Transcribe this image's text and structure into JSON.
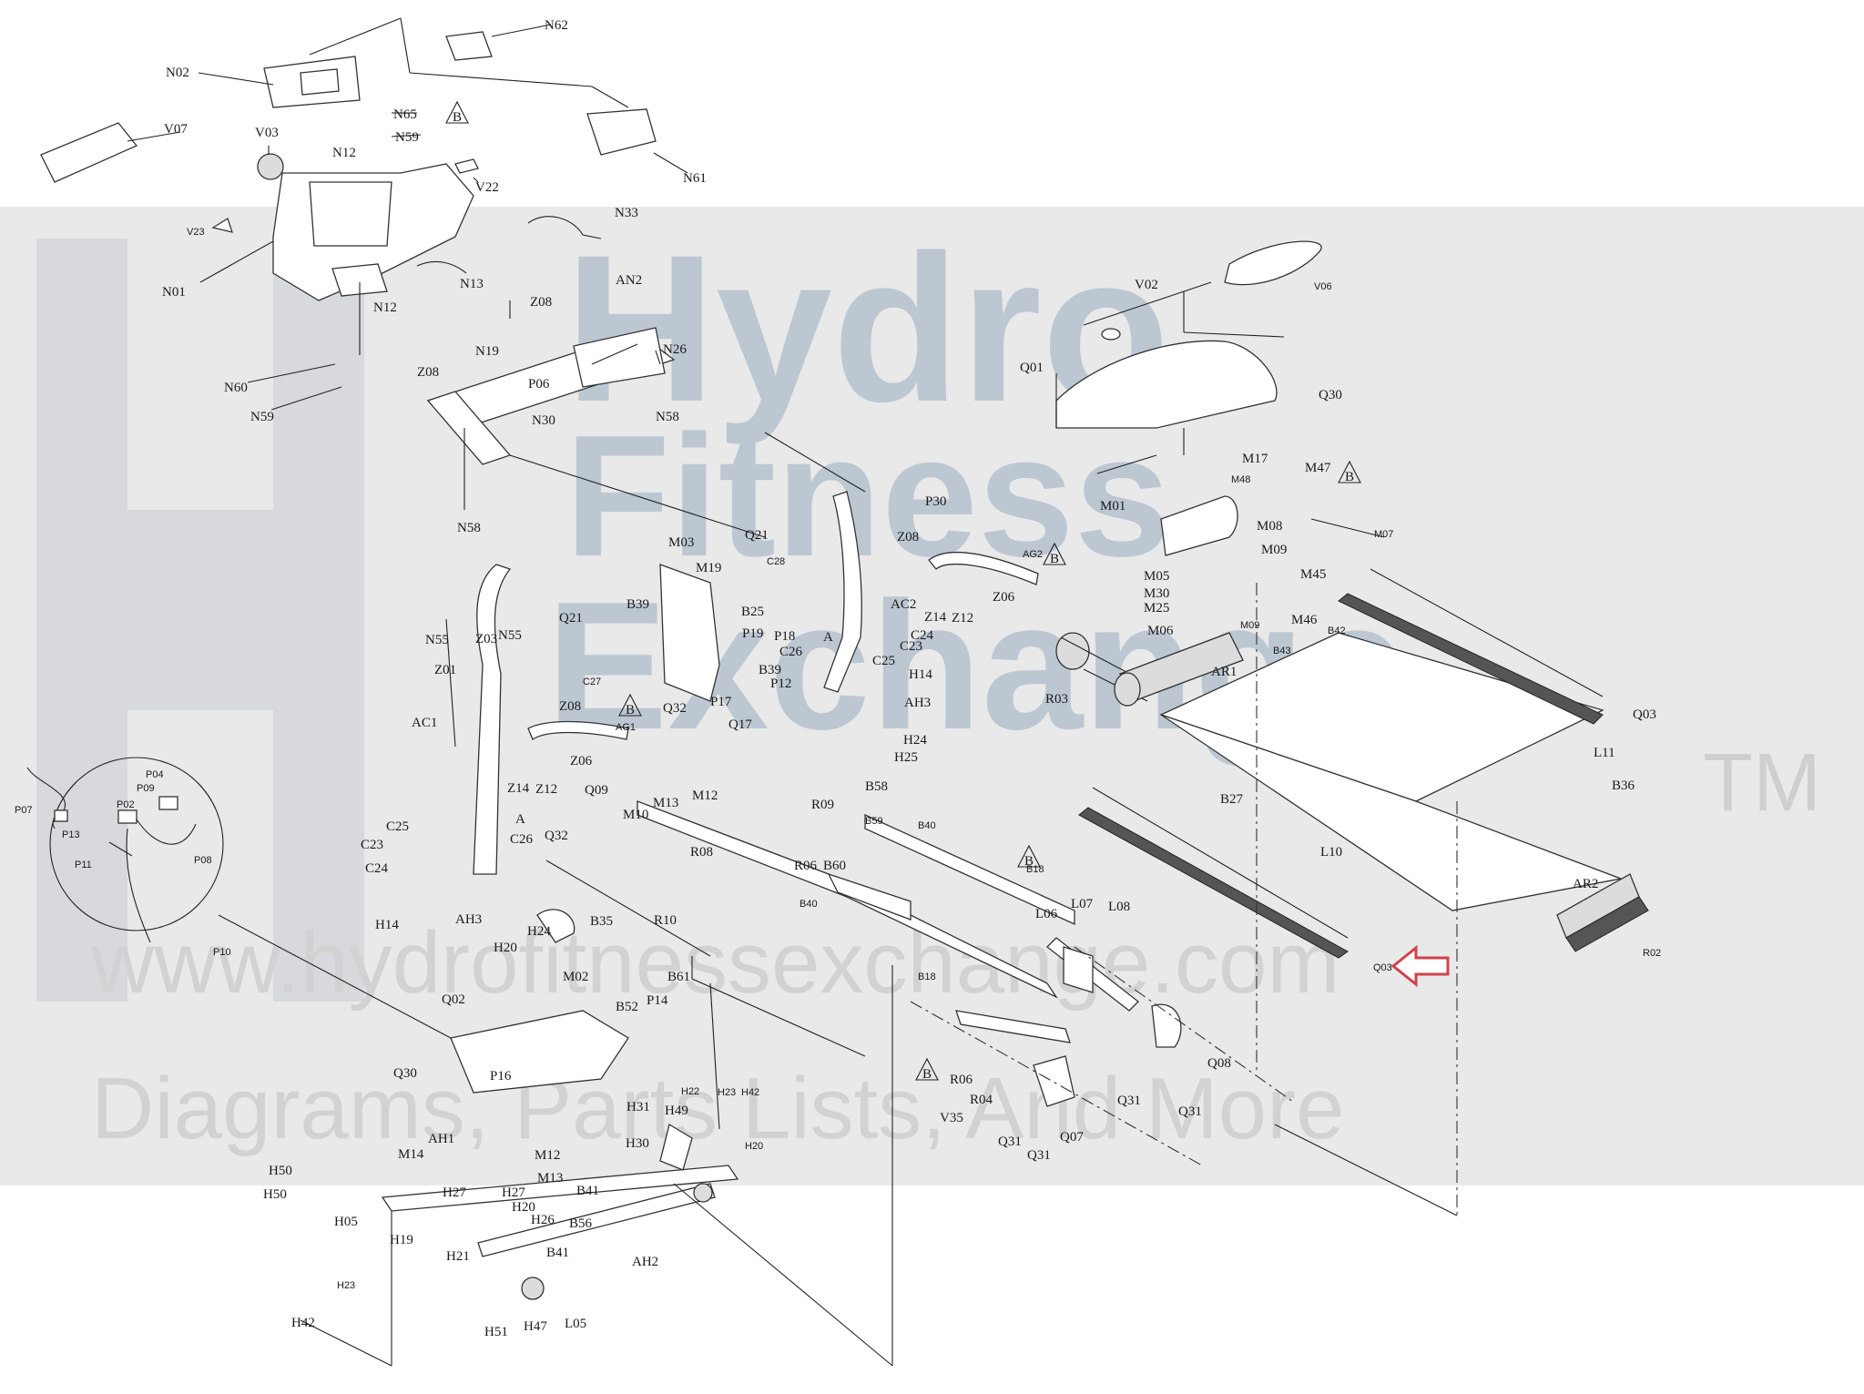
{
  "watermark": {
    "brand_line1": "Hydro",
    "brand_line2": "Fitness",
    "brand_line3": "Exchange",
    "trademark": "TM",
    "website": "www.hydrofitnessexchange.com",
    "tagline": "Diagrams, Parts Lists, And More",
    "band_color": "#e9e9e9",
    "brand_color": "#bcc7d2"
  },
  "highlight": {
    "label": "Q03",
    "arrow_color": "#d0424a"
  },
  "labels": {
    "N02": "N02",
    "N62": "N62",
    "V07": "V07",
    "V03": "V03",
    "N65": "N65",
    "N59a": "N59",
    "N12a": "N12",
    "V22": "V22",
    "N61": "N61",
    "V23": "V23",
    "N33": "N33",
    "N01": "N01",
    "N13": "N13",
    "N12b": "N12",
    "Z08a": "Z08",
    "AN2": "AN2",
    "N19": "N19",
    "N26": "N26",
    "Z08b": "Z08",
    "P06": "P06",
    "N60": "N60",
    "N30": "N30",
    "N59b": "N59",
    "N58a": "N58",
    "N58b": "N58",
    "Q21a": "Q21",
    "C28": "C28",
    "P30": "P30",
    "Z08c": "Z08",
    "M03": "M03",
    "M19": "M19",
    "AG2": "AG2",
    "AC2": "AC2",
    "Z06a": "Z06",
    "Z14a": "Z14",
    "Z12a": "Z12",
    "B39a": "B39",
    "B25": "B25",
    "P19": "P19",
    "P18": "P18",
    "C24a": "C24",
    "C23a": "C23",
    "C26a": "C26",
    "A1": "A",
    "C25a": "C25",
    "B39b": "B39",
    "P12": "P12",
    "H14a": "H14",
    "N55a": "N55",
    "Z03": "Z03",
    "N55b": "N55",
    "Q21b": "Q21",
    "Z01": "Z01",
    "C27": "C27",
    "P17": "P17",
    "AH3a": "AH3",
    "Z08d": "Z08",
    "AG1": "AG1",
    "Q32a": "Q32",
    "Q17": "Q17",
    "H24a": "H24",
    "H25": "H25",
    "AC1": "AC1",
    "Z06b": "Z06",
    "Z14b": "Z14",
    "Z12b": "Z12",
    "Q09": "Q09",
    "M13a": "M13",
    "M12a": "M12",
    "B58": "B58",
    "R09": "R09",
    "M10": "M10",
    "B59": "B59",
    "B40a": "B40",
    "C25b": "C25",
    "A2": "A",
    "C23b": "C23",
    "Q32b": "Q32",
    "C26b": "C26",
    "R08": "R08",
    "R06a": "R06",
    "B60": "B60",
    "C24b": "C24",
    "B18a": "B18",
    "B40b": "B40",
    "H14b": "H14",
    "AH3b": "AH3",
    "H24b": "H24",
    "B35": "B35",
    "R10": "R10",
    "H20a": "H20",
    "M02": "M02",
    "B61": "B61",
    "B52": "B52",
    "P14": "P14",
    "B18b": "B18",
    "Q02": "Q02",
    "P16": "P16",
    "Q30a": "Q30",
    "H22": "H22",
    "H23a": "H23",
    "H42a": "H42",
    "H31": "H31",
    "H49": "H49",
    "H20b": "H20",
    "AH1": "AH1",
    "M14": "M14",
    "M12b": "M12",
    "M13b": "M13",
    "H30": "H30",
    "H50a": "H50",
    "H50b": "H50",
    "H27a": "H27",
    "H27b": "H27",
    "B41a": "B41",
    "H05": "H05",
    "H20c": "H20",
    "H26": "H26",
    "B56": "B56",
    "H19": "H19",
    "H21": "H21",
    "B41b": "B41",
    "AH2": "AH2",
    "H23b": "H23",
    "H42b": "H42",
    "H51": "H51",
    "H47": "H47",
    "L05": "L05",
    "P04": "P04",
    "P09": "P09",
    "P07": "P07",
    "P02": "P02",
    "P13": "P13",
    "P11": "P11",
    "P08": "P08",
    "P10": "P10",
    "V06": "V06",
    "V02": "V02",
    "Q01": "Q01",
    "Q30b": "Q30",
    "M17": "M17",
    "M48": "M48",
    "M47": "M47",
    "M01": "M01",
    "M08": "M08",
    "M07": "M07",
    "M09a": "M09",
    "M05": "M05",
    "M30": "M30",
    "M25": "M25",
    "M06": "M06",
    "M09b": "M09",
    "M45": "M45",
    "M46": "M46",
    "B42": "B42",
    "B43": "B43",
    "AR1": "AR1",
    "R03": "R03",
    "Q03a": "Q03",
    "L11": "L11",
    "B36": "B36",
    "B27": "B27",
    "L10": "L10",
    "AR2": "AR2",
    "R02": "R02",
    "L06": "L06",
    "L07": "L07",
    "L08": "L08",
    "Q03b": "Q03",
    "Q08": "Q08",
    "R06b": "R06",
    "R04": "R04",
    "Q31a": "Q31",
    "Q31b": "Q31",
    "V35": "V35",
    "Q31c": "Q31",
    "Q31d": "Q31",
    "Q07": "Q07",
    "B1": "B",
    "B2": "B",
    "B3": "B",
    "B4": "B",
    "B5": "B",
    "B6": "B"
  }
}
